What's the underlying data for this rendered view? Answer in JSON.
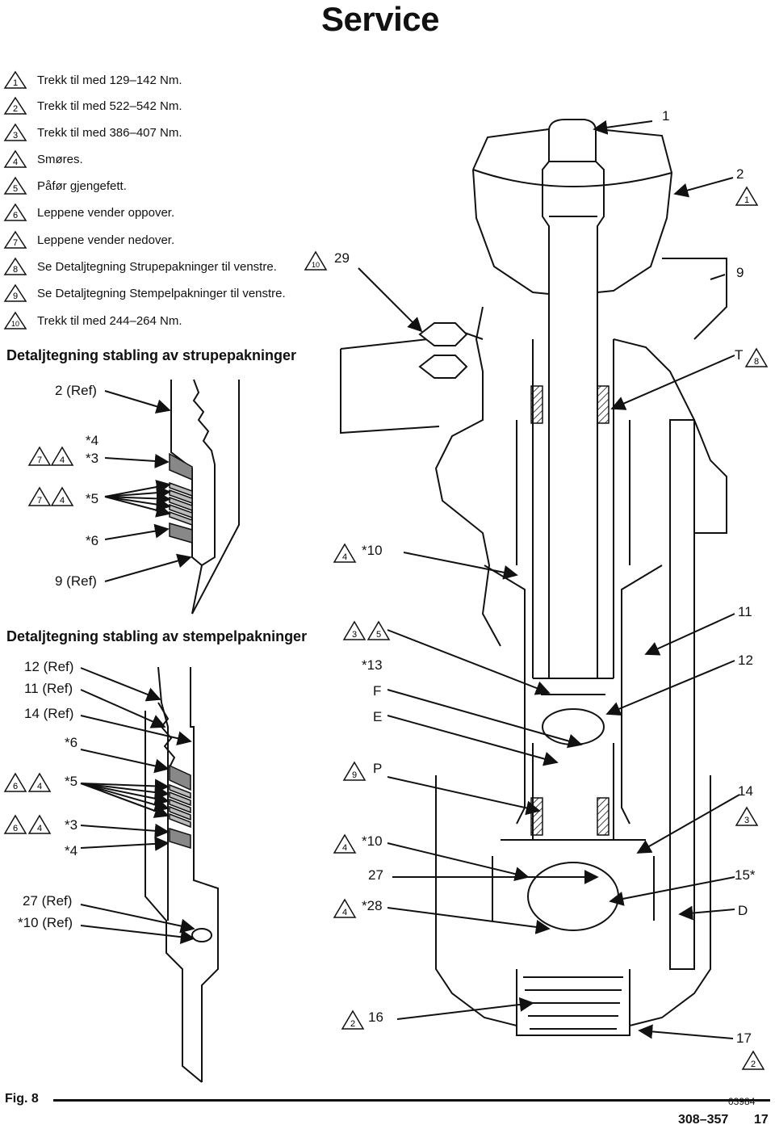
{
  "page": {
    "title": "Service",
    "figure_label": "Fig. 8",
    "drawing_number": "03984",
    "doc_number": "308–357",
    "page_number": "17"
  },
  "legend": [
    {
      "number": "1",
      "text": "Trekk til med 129–142 Nm."
    },
    {
      "number": "2",
      "text": "Trekk til med 522–542 Nm."
    },
    {
      "number": "3",
      "text": "Trekk til med 386–407 Nm."
    },
    {
      "number": "4",
      "text": "Smøres."
    },
    {
      "number": "5",
      "text": "Påfør gjengefett."
    },
    {
      "number": "6",
      "text": "Leppene vender oppover."
    },
    {
      "number": "7",
      "text": "Leppene vender nedover."
    },
    {
      "number": "8",
      "text": "Se Detaljtegning Strupepakninger til venstre."
    },
    {
      "number": "9",
      "text": "Se Detaljtegning Stempelpakninger til venstre."
    },
    {
      "number": "10",
      "text": "Trekk til med 244–264 Nm."
    }
  ],
  "detail_throat": {
    "heading": "Detaljtegning stabling av strupepakninger",
    "labels": {
      "ref2": "2 (Ref)",
      "p4": "*4",
      "p3": "*3",
      "p5": "*5",
      "p6": "*6",
      "ref9": "9 (Ref)"
    },
    "symbols": {
      "a": "7",
      "b": "4",
      "c": "7",
      "d": "4"
    }
  },
  "detail_piston": {
    "heading": "Detaljtegning stabling av stempelpakninger",
    "labels": {
      "ref12": "12 (Ref)",
      "ref11": "11 (Ref)",
      "ref14": "14 (Ref)",
      "p6": "*6",
      "p5": "*5",
      "p3": "*3",
      "p4": "*4",
      "ref27": "27 (Ref)",
      "ref10": "*10 (Ref)"
    },
    "symbols": {
      "a": "6",
      "b": "4",
      "c": "6",
      "d": "4"
    }
  },
  "callouts": {
    "c1": "1",
    "c2": "2",
    "c9": "9",
    "c29": "29",
    "cT": "T",
    "c10": "*10",
    "c11": "11",
    "c12": "12",
    "c13": "*13",
    "cF": "F",
    "cE": "E",
    "cP": "P",
    "c14": "14",
    "c10b": "*10",
    "c27": "27",
    "c15": "15*",
    "c28": "*28",
    "cD": "D",
    "c16": "16",
    "c17": "17"
  },
  "callout_symbols": {
    "s2": "1",
    "s29": "10",
    "sT": "8",
    "s10": "4",
    "s13a": "3",
    "s13b": "5",
    "s14": "3",
    "sP": "9",
    "s10b": "4",
    "s28": "4",
    "s16": "2",
    "s17": "2"
  }
}
